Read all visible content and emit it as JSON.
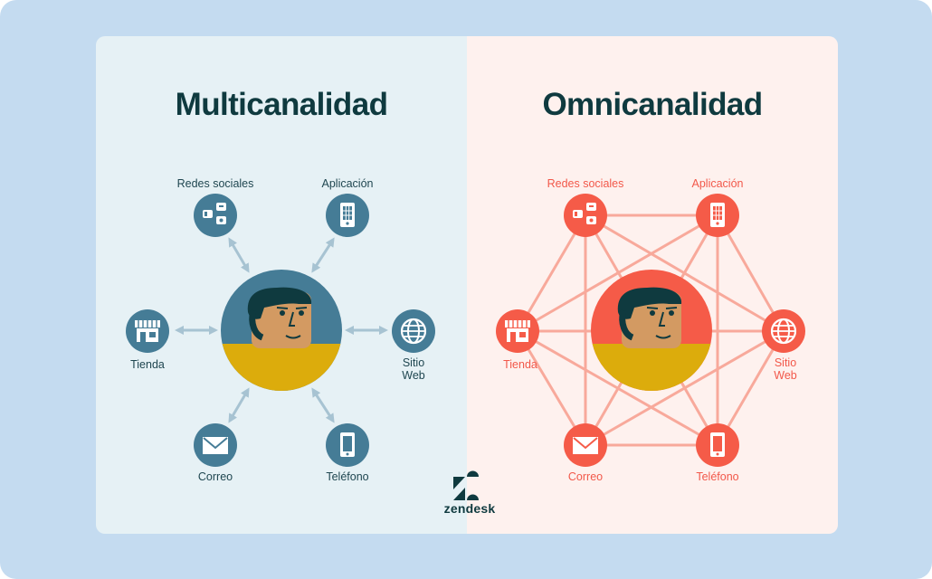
{
  "left": {
    "title": "Multicanalidad",
    "labels": {
      "social": "Redes sociales",
      "app": "Aplicación",
      "store": "Tienda",
      "web_1": "Sitio",
      "web_2": "Web",
      "mail": "Correo",
      "phone": "Teléfono"
    }
  },
  "right": {
    "title": "Omnicanalidad",
    "labels": {
      "social": "Redes sociales",
      "app": "Aplicación",
      "store": "Tienda",
      "web_1": "Sitio",
      "web_2": "Web",
      "mail": "Correo",
      "phone": "Teléfono"
    }
  },
  "brand": {
    "name": "zendesk"
  },
  "colors": {
    "frame": "#c4dbf0",
    "left_bg": "#e6f1f5",
    "right_bg": "#fef1ee",
    "blue_node": "#457c96",
    "red_node": "#f55b48",
    "red_line": "#f8a99b",
    "arrow": "#a7c3d2",
    "title": "#0f3a3f",
    "skin": "#d39a62",
    "shirt": "#dcac0c",
    "hair": "#0f3a3f"
  },
  "icons": [
    "social-icon",
    "app-icon",
    "store-icon",
    "globe-icon",
    "mail-icon",
    "phone-icon",
    "person-avatar",
    "zendesk-logo"
  ]
}
